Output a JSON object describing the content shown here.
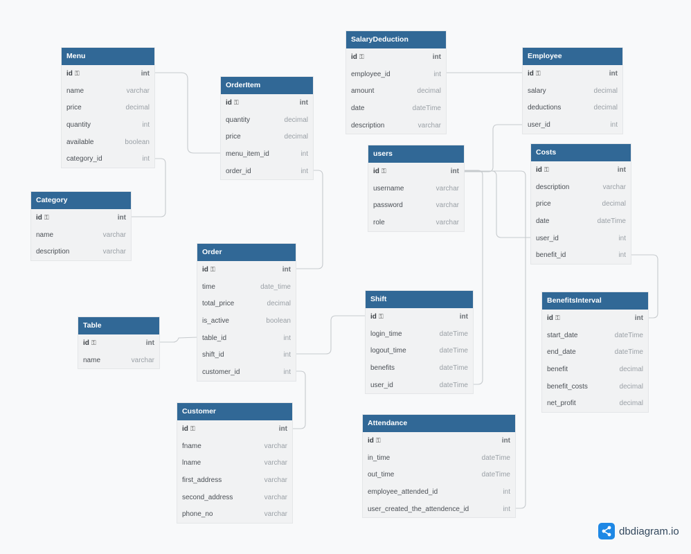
{
  "brand": {
    "name": "dbdiagram.io",
    "icon": "share-nodes-icon",
    "accent": "#316896"
  },
  "tables": [
    {
      "id": "menu",
      "name": "Menu",
      "fields": [
        {
          "name": "id",
          "type": "int",
          "pk": true
        },
        {
          "name": "name",
          "type": "varchar"
        },
        {
          "name": "price",
          "type": "decimal"
        },
        {
          "name": "quantity",
          "type": "int"
        },
        {
          "name": "available",
          "type": "boolean"
        },
        {
          "name": "category_id",
          "type": "int"
        }
      ]
    },
    {
      "id": "category",
      "name": "Category",
      "fields": [
        {
          "name": "id",
          "type": "int",
          "pk": true
        },
        {
          "name": "name",
          "type": "varchar"
        },
        {
          "name": "description",
          "type": "varchar"
        }
      ]
    },
    {
      "id": "orderitem",
      "name": "OrderItem",
      "fields": [
        {
          "name": "id",
          "type": "int",
          "pk": true
        },
        {
          "name": "quantity",
          "type": "decimal"
        },
        {
          "name": "price",
          "type": "decimal"
        },
        {
          "name": "menu_item_id",
          "type": "int"
        },
        {
          "name": "order_id",
          "type": "int"
        }
      ]
    },
    {
      "id": "order",
      "name": "Order",
      "fields": [
        {
          "name": "id",
          "type": "int",
          "pk": true
        },
        {
          "name": "time",
          "type": "date_time"
        },
        {
          "name": "total_price",
          "type": "decimal"
        },
        {
          "name": "is_active",
          "type": "boolean"
        },
        {
          "name": "table_id",
          "type": "int"
        },
        {
          "name": "shift_id",
          "type": "int"
        },
        {
          "name": "customer_id",
          "type": "int"
        }
      ]
    },
    {
      "id": "table",
      "name": "Table",
      "fields": [
        {
          "name": "id",
          "type": "int",
          "pk": true
        },
        {
          "name": "name",
          "type": "varchar"
        }
      ]
    },
    {
      "id": "customer",
      "name": "Customer",
      "fields": [
        {
          "name": "id",
          "type": "int",
          "pk": true
        },
        {
          "name": "fname",
          "type": "varchar"
        },
        {
          "name": "lname",
          "type": "varchar"
        },
        {
          "name": "first_address",
          "type": "varchar"
        },
        {
          "name": "second_address",
          "type": "varchar"
        },
        {
          "name": "phone_no",
          "type": "varchar"
        }
      ]
    },
    {
      "id": "salarydeduction",
      "name": "SalaryDeduction",
      "fields": [
        {
          "name": "id",
          "type": "int",
          "pk": true
        },
        {
          "name": "employee_id",
          "type": "int"
        },
        {
          "name": "amount",
          "type": "decimal"
        },
        {
          "name": "date",
          "type": "dateTime"
        },
        {
          "name": "description",
          "type": "varchar"
        }
      ]
    },
    {
      "id": "users",
      "name": "users",
      "fields": [
        {
          "name": "id",
          "type": "int",
          "pk": true
        },
        {
          "name": "username",
          "type": "varchar"
        },
        {
          "name": "password",
          "type": "varchar"
        },
        {
          "name": "role",
          "type": "varchar"
        }
      ]
    },
    {
      "id": "shift",
      "name": "Shift",
      "fields": [
        {
          "name": "id",
          "type": "int",
          "pk": true
        },
        {
          "name": "login_time",
          "type": "dateTime"
        },
        {
          "name": "logout_time",
          "type": "dateTime"
        },
        {
          "name": "benefits",
          "type": "dateTime"
        },
        {
          "name": "user_id",
          "type": "dateTime"
        }
      ]
    },
    {
      "id": "attendance",
      "name": "Attendance",
      "fields": [
        {
          "name": "id",
          "type": "int",
          "pk": true
        },
        {
          "name": "in_time",
          "type": "dateTime"
        },
        {
          "name": "out_time",
          "type": "dateTime"
        },
        {
          "name": "employee_attended_id",
          "type": "int"
        },
        {
          "name": "user_created_the_attendence_id",
          "type": "int"
        }
      ]
    },
    {
      "id": "employee",
      "name": "Employee",
      "fields": [
        {
          "name": "id",
          "type": "int",
          "pk": true
        },
        {
          "name": "salary",
          "type": "decimal"
        },
        {
          "name": "deductions",
          "type": "decimal"
        },
        {
          "name": "user_id",
          "type": "int"
        }
      ]
    },
    {
      "id": "costs",
      "name": "Costs",
      "fields": [
        {
          "name": "id",
          "type": "int",
          "pk": true
        },
        {
          "name": "description",
          "type": "varchar"
        },
        {
          "name": "price",
          "type": "decimal"
        },
        {
          "name": "date",
          "type": "dateTime"
        },
        {
          "name": "user_id",
          "type": "int"
        },
        {
          "name": "benefit_id",
          "type": "int"
        }
      ]
    },
    {
      "id": "benefitsinterval",
      "name": "BenefitsInterval",
      "fields": [
        {
          "name": "id",
          "type": "int",
          "pk": true
        },
        {
          "name": "start_date",
          "type": "dateTime"
        },
        {
          "name": "end_date",
          "type": "dateTime"
        },
        {
          "name": "benefit",
          "type": "decimal"
        },
        {
          "name": "benefit_costs",
          "type": "decimal"
        },
        {
          "name": "net_profit",
          "type": "decimal"
        }
      ]
    }
  ]
}
